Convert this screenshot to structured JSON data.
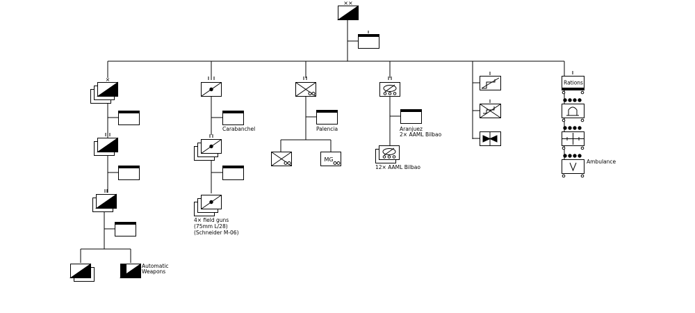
{
  "diagram": {
    "labels": {
      "carabanchel": "Carabanchel",
      "palencia": "Palencia",
      "aranjuez": "Aranjuez",
      "aranjuez_equipment": "2× AAML Bilbao",
      "armored_cars": "12× AAML Bilbao",
      "automatic_weapons_1": "Automatic",
      "automatic_weapons_2": "Weapons",
      "field_guns_1": "4× field guns",
      "field_guns_2": "(75mm L/28)",
      "field_guns_3": "(Schneider M-06)",
      "rations": "Rations",
      "ambulance": "Ambulance",
      "machine_gun": "MG"
    },
    "echelons": {
      "division": "××",
      "brigade": "×",
      "regiment": "|||",
      "battalion": "||",
      "company": "|"
    }
  }
}
